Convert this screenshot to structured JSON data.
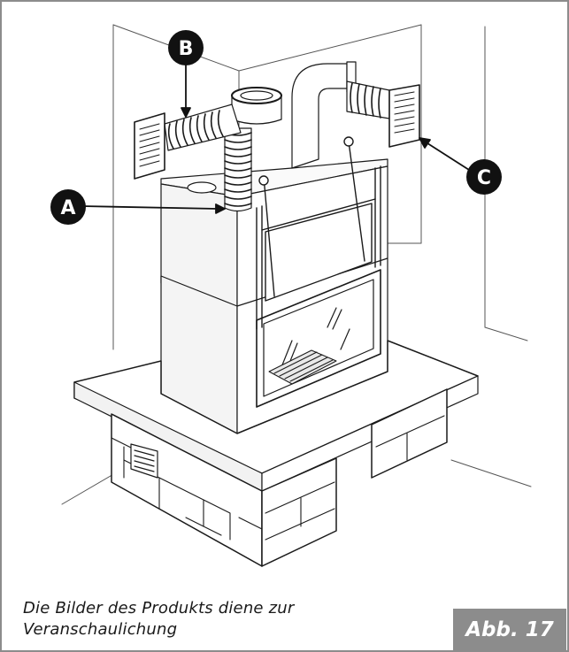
{
  "markers": [
    {
      "id": "A",
      "label": "A"
    },
    {
      "id": "B",
      "label": "B"
    },
    {
      "id": "C",
      "label": "C"
    }
  ],
  "caption": {
    "line1": "Die Bilder des Produkts diene zur",
    "line2": "Veranschaulichung"
  },
  "figure_label": "Abb. 17",
  "colors": {
    "frame": "#8c8c8c",
    "marker_fill": "#111111",
    "line": "#1a1a1a",
    "badge": "#8c8c8c"
  }
}
